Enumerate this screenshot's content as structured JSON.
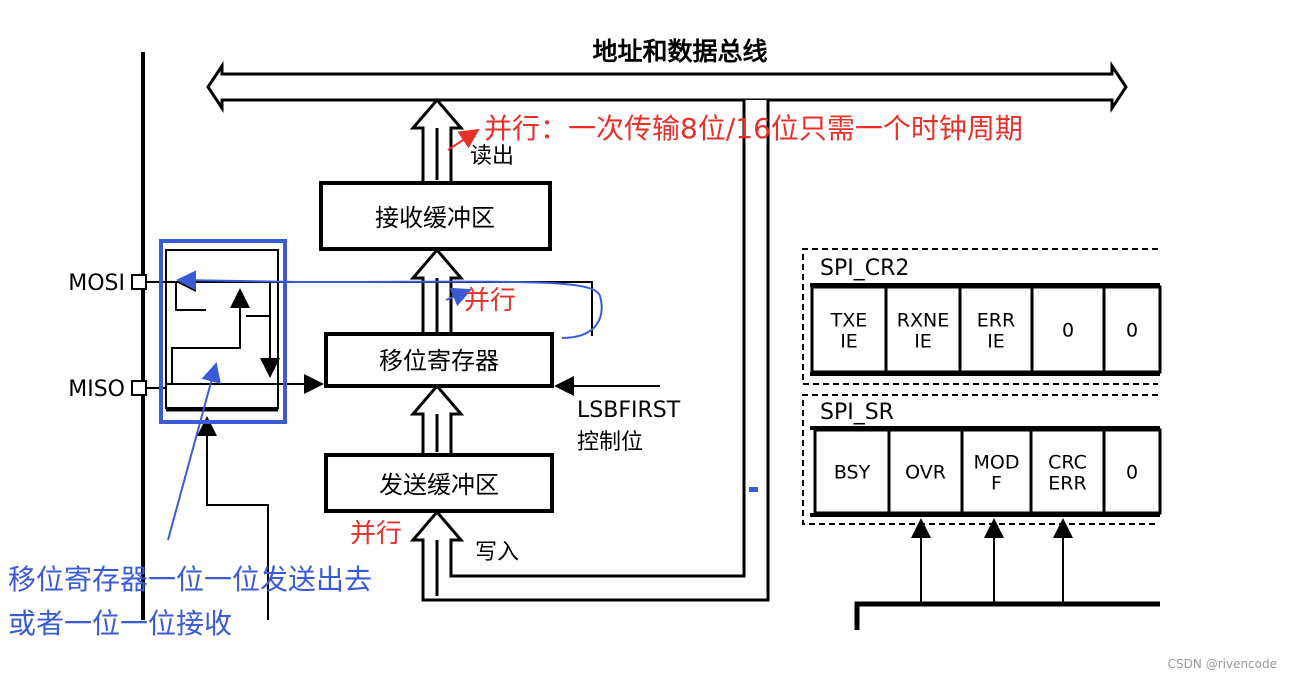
{
  "bus_label": "地址和数据总线",
  "annotation_parallel_top": "并行：一次传输8位/16位只需一个时钟周期",
  "read_label": "读出",
  "rx_buffer": "接收缓冲区",
  "shift_register": "移位寄存器",
  "tx_buffer": "发送缓冲区",
  "write_label": "写入",
  "annotation_parallel_mid": "并行",
  "annotation_parallel_bottom": "并行",
  "pin_mosi": "MOSI",
  "pin_miso": "MISO",
  "lsbfirst_line1": "LSBFIRST",
  "lsbfirst_line2": "控制位",
  "annotation_serial_line1": "移位寄存器一位一位发送出去",
  "annotation_serial_line2": "或者一位一位接收",
  "cr2": {
    "title": "SPI_CR2",
    "cells": [
      {
        "l1": "TXE",
        "l2": "IE"
      },
      {
        "l1": "RXNE",
        "l2": "IE"
      },
      {
        "l1": "ERR",
        "l2": "IE"
      },
      {
        "l1": "0",
        "l2": ""
      },
      {
        "l1": "0",
        "l2": ""
      }
    ]
  },
  "sr": {
    "title": "SPI_SR",
    "cells": [
      {
        "l1": "BSY",
        "l2": ""
      },
      {
        "l1": "OVR",
        "l2": ""
      },
      {
        "l1": "MOD",
        "l2": "F"
      },
      {
        "l1": "CRC",
        "l2": "ERR"
      },
      {
        "l1": "0",
        "l2": ""
      }
    ]
  },
  "watermark": "CSDN @rivencode",
  "colors": {
    "annotation_red": "#e8302a",
    "annotation_blue": "#3b5bd6",
    "line": "#000000"
  }
}
